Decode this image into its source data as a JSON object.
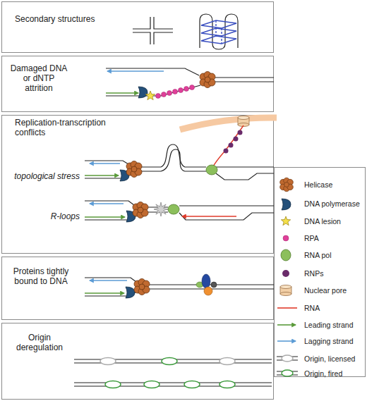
{
  "diagram": {
    "nodes": [
      {
        "text": [
          "Secondary structures"
        ]
      },
      {
        "text": [
          "Damaged DNA or dNTP attrition"
        ]
      },
      {
        "text": [
          "Replication-transcription conflicts",
          "topological stress",
          "R-loops"
        ]
      },
      {
        "text": [
          "Proteins tightly bound to DNA"
        ]
      },
      {
        "text": [
          "Origin deregulation"
        ]
      }
    ],
    "legend": [
      {
        "text": "Helicase"
      },
      {
        "text": "DNA polymerase"
      },
      {
        "text": "DNA lesion"
      },
      {
        "text": "RPA"
      },
      {
        "text": "RNA pol"
      },
      {
        "text": "RNPs"
      },
      {
        "text": "Nuclear pore"
      },
      {
        "text": "RNA"
      },
      {
        "text": "Leading strand"
      },
      {
        "text": "Lagging strand"
      },
      {
        "text": "Origin, licensed"
      },
      {
        "text": "Origin, fired"
      }
    ]
  }
}
